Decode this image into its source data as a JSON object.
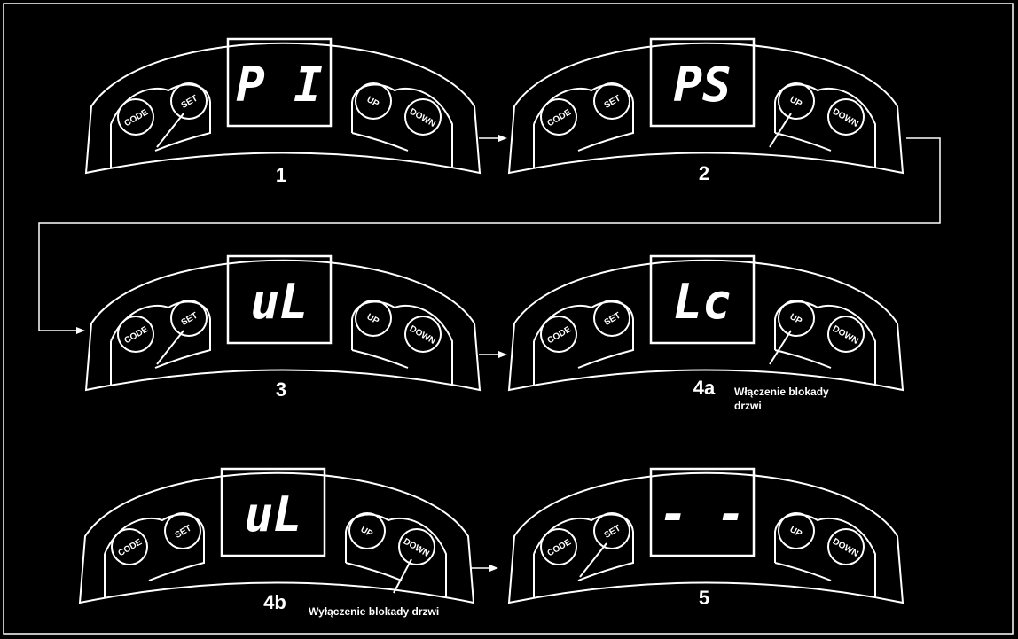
{
  "buttons": {
    "code": "CODE",
    "set": "SET",
    "up": "UP",
    "down": "DOWN"
  },
  "panels": [
    {
      "id": "1",
      "display": "P I",
      "label": "1",
      "pressed": "set",
      "note": []
    },
    {
      "id": "2",
      "display": "PS",
      "label": "2",
      "pressed": "up",
      "note": []
    },
    {
      "id": "3",
      "display": "uL",
      "label": "3",
      "pressed": "set",
      "note": []
    },
    {
      "id": "4a",
      "display": "Lc",
      "label": "4a",
      "pressed": "up",
      "note": [
        "Włączenie blokady",
        "drzwi"
      ]
    },
    {
      "id": "4b",
      "display": "uL",
      "label": "4b",
      "pressed": "down",
      "note": [
        "Wyłączenie blokady drzwi"
      ]
    },
    {
      "id": "5",
      "display": "- -",
      "label": "5",
      "pressed": "set",
      "note": []
    }
  ]
}
